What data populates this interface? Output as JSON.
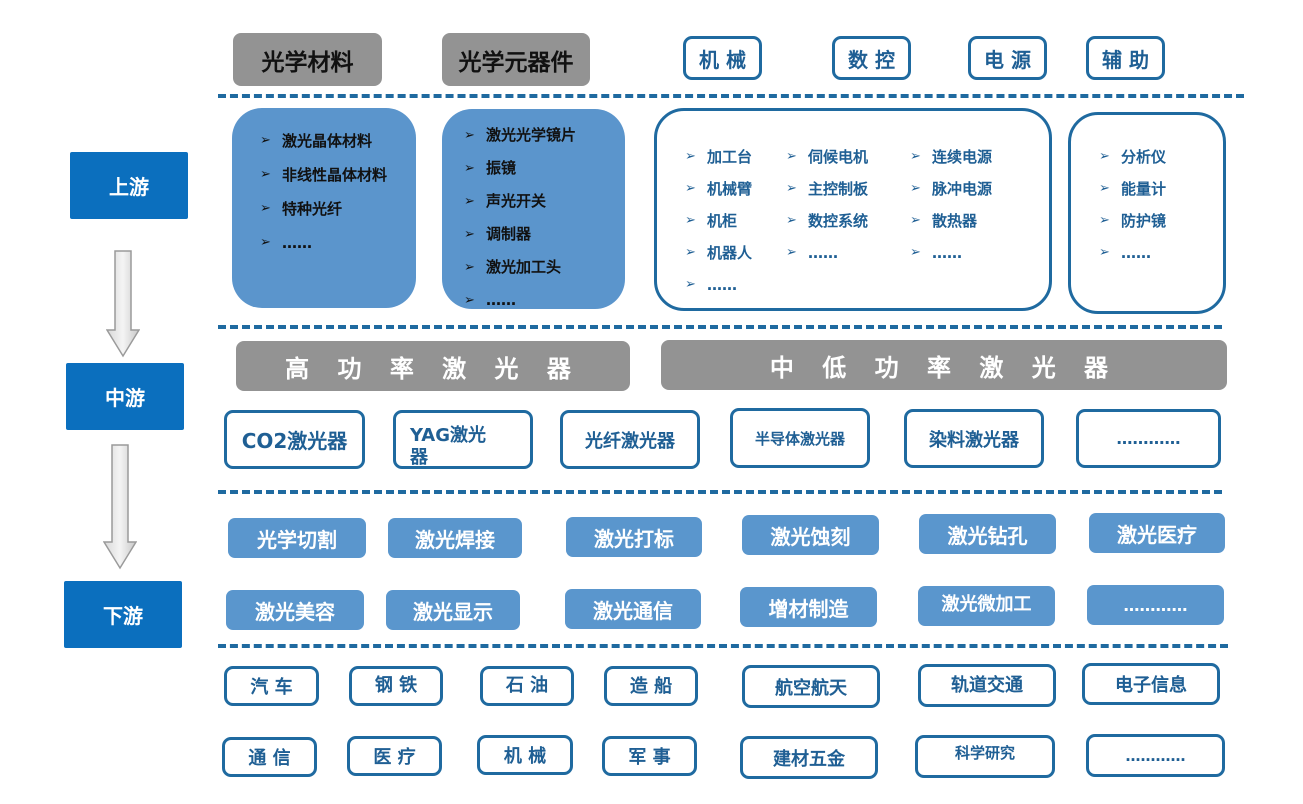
{
  "stages": {
    "upstream": "上游",
    "midstream": "中游",
    "downstream": "下游"
  },
  "upstream": {
    "headers_grey": [
      "光学材料",
      "光学元器件"
    ],
    "headers_outline": [
      "机 械",
      "数 控",
      "电 源",
      "辅 助"
    ],
    "optical_materials": [
      "激光晶体材料",
      "非线性晶体材料",
      "特种光纤",
      "……"
    ],
    "optical_components": [
      "激光光学镜片",
      "振镜",
      "声光开关",
      "调制器",
      "激光加工头",
      "……"
    ],
    "mechanical": [
      "加工台",
      "机械臂",
      "机柜",
      "机器人",
      "……"
    ],
    "numerical_control": [
      "伺候电机",
      "主控制板",
      "数控系统",
      "……"
    ],
    "power_supply": [
      "连续电源",
      "脉冲电源",
      "散热器",
      "……"
    ],
    "auxiliary": [
      "分析仪",
      "能量计",
      "防护镜",
      "……"
    ],
    "bullet": "➢"
  },
  "midstream": {
    "categories": [
      "高 功 率 激 光 器",
      "中 低 功 率 激 光 器"
    ],
    "lasers": [
      "CO2激光器",
      "YAG激光器",
      "光纤激光器",
      "半导体激光器",
      "染料激光器",
      "…………"
    ]
  },
  "downstream": {
    "applications_row1": [
      "光学切割",
      "激光焊接",
      "激光打标",
      "激光蚀刻",
      "激光钻孔",
      "激光医疗"
    ],
    "applications_row2": [
      "激光美容",
      "激光显示",
      "激光通信",
      "增材制造",
      "激光微加工",
      "…………"
    ],
    "industries_row1": [
      "汽 车",
      "钢 铁",
      "石 油",
      "造 船",
      "航空航天",
      "轨道交通",
      "电子信息"
    ],
    "industries_row2": [
      "通 信",
      "医 疗",
      "机 械",
      "军 事",
      "建材五金",
      "科学研究",
      "…………"
    ]
  },
  "colors": {
    "stage_blue": "#0b6fbe",
    "outline_blue": "#1f6aa0",
    "fill_blue": "#5a96cd",
    "grey": "#939393"
  }
}
